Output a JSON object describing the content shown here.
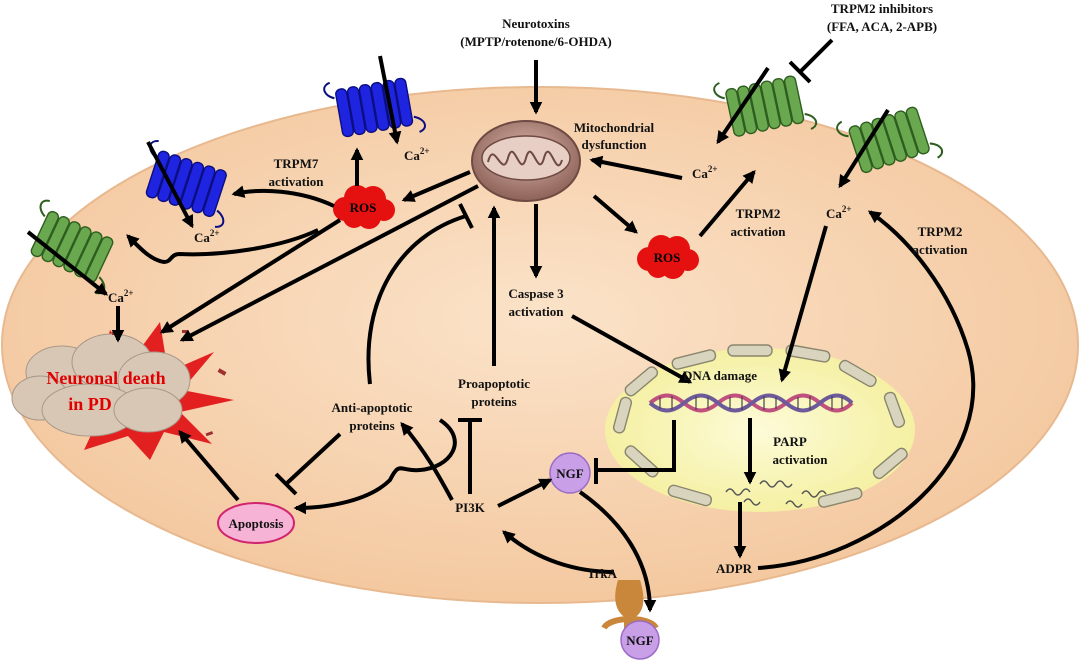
{
  "labels": {
    "neurotoxins_title": "Neurotoxins",
    "neurotoxins_list": "(MPTP/rotenone/6-OHDA)",
    "trpm2_inhibitors_title": "TRPM2 inhibitors",
    "trpm2_inhibitors_list": "(FFA, ACA, 2-APB)",
    "mito_line1": "Mitochondrial",
    "mito_line2": "dysfunction",
    "trpm7_line1": "TRPM7",
    "trpm7_line2": "activation",
    "ros_left": "ROS",
    "ros_right": "ROS",
    "ca": "Ca",
    "ca_sup": "2+",
    "trpm2_mid_line1": "TRPM2",
    "trpm2_mid_line2": "activation",
    "trpm2_right_line1": "TRPM2",
    "trpm2_right_line2": "activation",
    "caspase_line1": "Caspase 3",
    "caspase_line2": "activation",
    "dna_damage": "DNA damage",
    "parp_line1": "PARP",
    "parp_line2": "activation",
    "adpr": "ADPR",
    "neuronal_death_line1": "Neuronal death",
    "neuronal_death_line2": "in PD",
    "anti_line1": "Anti-apoptotic",
    "anti_line2": "proteins",
    "pro_line1": "Proapoptotic",
    "pro_line2": "proteins",
    "apoptosis": "Apoptosis",
    "pi3k": "PI3K",
    "trka": "TrkA",
    "ngf_top": "NGF",
    "ngf_bottom": "NGF"
  },
  "colors": {
    "cell": "#f7d2ad",
    "trpm2_channel": "#6aa84f",
    "trpm7_channel": "#1f24e0",
    "ros": "#e51010",
    "nucleus": "#fbf7b8",
    "apoptosis_fill": "#f6b3d6",
    "apoptosis_stroke": "#d0246e",
    "ngf": "#c9a0e8",
    "trka_receptor": "#c8873a",
    "death_text": "#e00000",
    "mito": "#a87a70"
  }
}
